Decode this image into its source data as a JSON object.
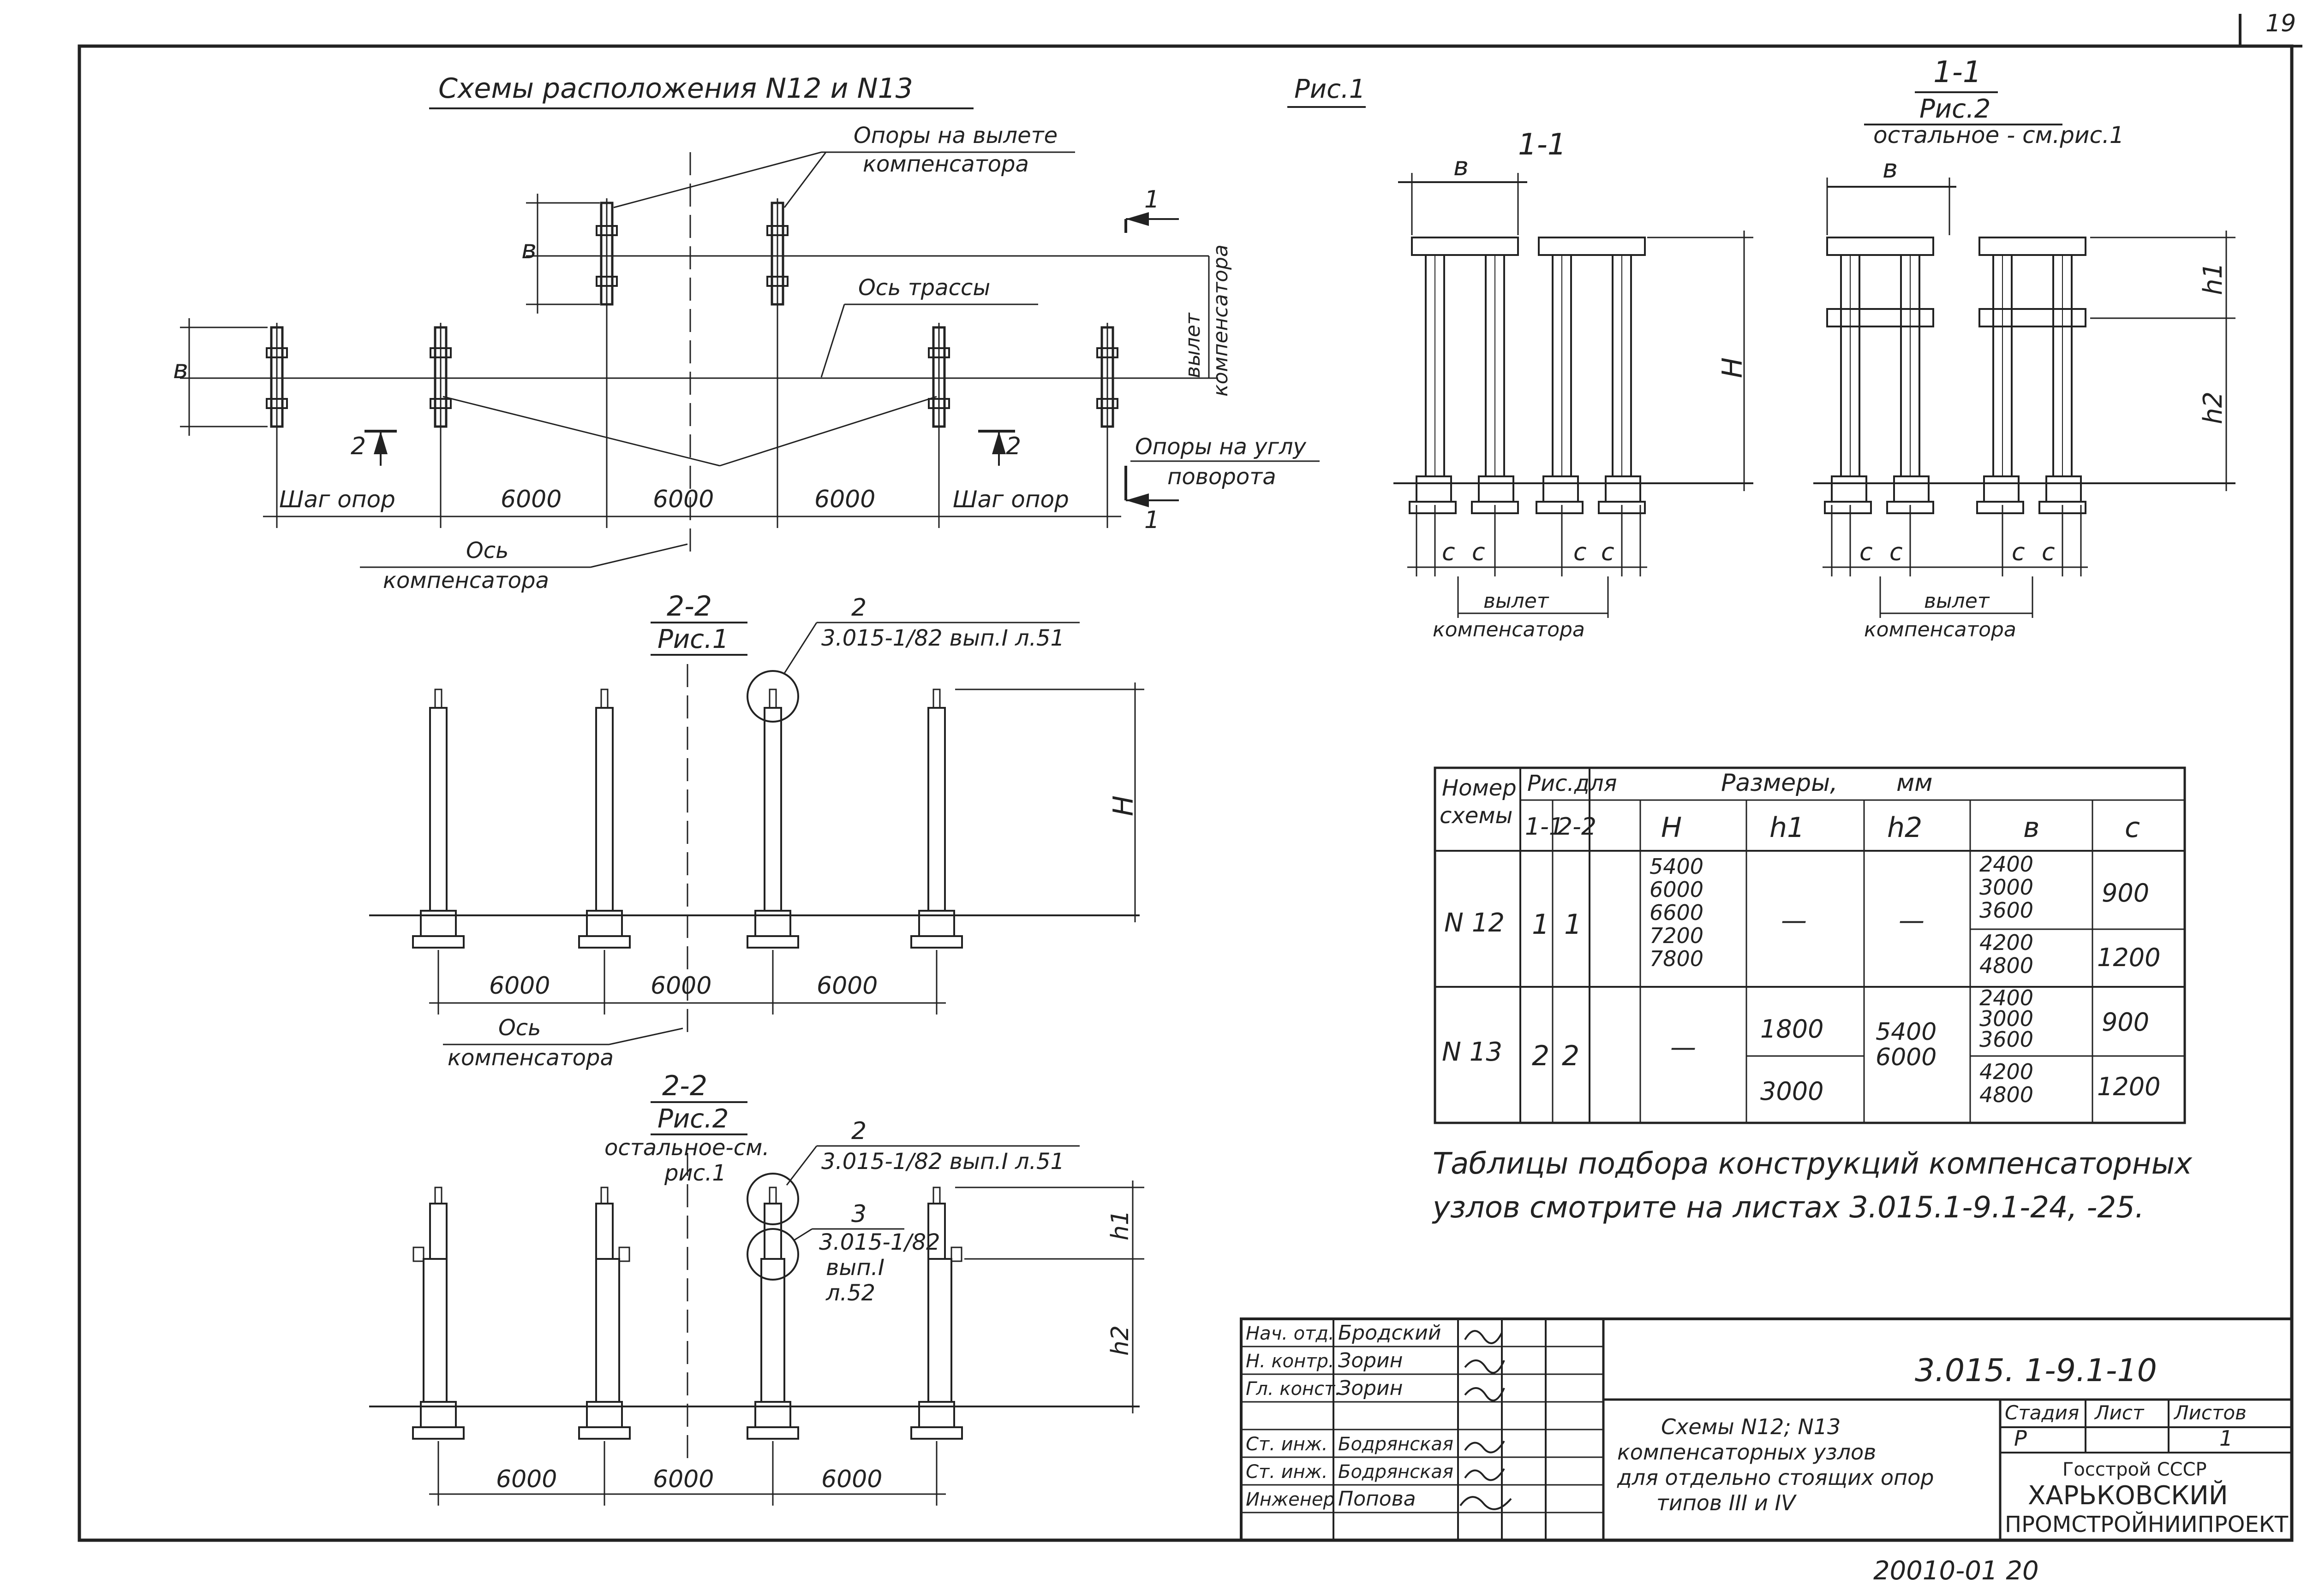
{
  "corner_page_number": "19",
  "plan": {
    "title": "Схемы расположения N12 и N13",
    "figure": "Рис.1",
    "label_supports_outreach": [
      "Опоры на вылете",
      "компенсатора"
    ],
    "label_route_axis": "Ось трассы",
    "label_outreach_vertical": [
      "вылет",
      "компенсатора"
    ],
    "label_supports_corner": [
      "Опоры на углу",
      "поворота"
    ],
    "label_comp_axis": [
      "Ось",
      "компенсатора"
    ],
    "dim_b_upper": "в",
    "dim_b_lower": "в",
    "dims_bottom": [
      "Шаг опор",
      "6000",
      "6000",
      "6000",
      "Шаг опор"
    ],
    "section_mark_1": "1",
    "section_mark_2": "2"
  },
  "section_1_1_fig1": {
    "title": "1-1",
    "dim_b": "в",
    "dim_H": "Н",
    "dims_c": [
      "с",
      "с",
      "с",
      "с"
    ],
    "label_outreach": [
      "вылет",
      "компенсатора"
    ]
  },
  "section_1_1_fig2": {
    "title": "1-1",
    "subtitle": "Рис.2",
    "note": "остальное - см.рис.1",
    "dim_b": "в",
    "dim_h1": "h1",
    "dim_h2": "h2",
    "dims_c": [
      "с",
      "с",
      "с",
      "с"
    ],
    "label_outreach": [
      "вылет",
      "компенсатора"
    ]
  },
  "section_2_2_fig1": {
    "title": "2-2",
    "subtitle": "Рис.1",
    "callout_num": "2",
    "callout_ref": "3.015-1/82 вып.I л.51",
    "dim_H": "Н",
    "dims": [
      "6000",
      "6000",
      "6000"
    ],
    "label_comp_axis": [
      "Ось",
      "компенсатора"
    ]
  },
  "section_2_2_fig2": {
    "title": "2-2",
    "subtitle": "Рис.2",
    "note": [
      "остальное-см.",
      "рис.1"
    ],
    "callout1_num": "2",
    "callout1_ref": "3.015-1/82 вып.I л.51",
    "callout2_num": "3",
    "callout2_ref": [
      "3.015-1/82",
      "вып.I",
      "л.52"
    ],
    "dim_h1": "h1",
    "dim_h2": "h2",
    "dims": [
      "6000",
      "6000",
      "6000"
    ]
  },
  "table": {
    "h_scheme": [
      "Номер",
      "схемы"
    ],
    "h_fig_for": "Рис.для",
    "h_dims": "Размеры,",
    "h_mm": "мм",
    "h_11": "1-1",
    "h_22": "2-2",
    "h_H": "Н",
    "h_h1": "h1",
    "h_h2": "h2",
    "h_b": "в",
    "h_c": "с",
    "r12_scheme": "N 12",
    "r12_11": "1",
    "r12_22": "1",
    "r12_H": [
      "5400",
      "6000",
      "6600",
      "7200",
      "7800"
    ],
    "r12_h1": "—",
    "r12_h2": "—",
    "r12_b1": [
      "2400",
      "3000",
      "3600"
    ],
    "r12_c1": "900",
    "r12_b2": [
      "4200",
      "4800"
    ],
    "r12_c2": "1200",
    "r13_scheme": "N 13",
    "r13_11": "2",
    "r13_22": "2",
    "r13_H": "—",
    "r13_h1a": "1800",
    "r13_h1b": "3000",
    "r13_h2": [
      "5400",
      "6000"
    ],
    "r13_b1": [
      "2400",
      "3000",
      "3600"
    ],
    "r13_c1": "900",
    "r13_b2": [
      "4200",
      "4800"
    ],
    "r13_c2": "1200"
  },
  "note_text": [
    "Таблицы подбора конструкций компенсаторных",
    "узлов смотрите на листах 3.015.1-9.1-24, -25."
  ],
  "title_block": {
    "roles": [
      "Нач. отд.",
      "Н. контр.",
      "Гл. конст.",
      "",
      "Ст. инж.",
      "Ст. инж.",
      "Инженер"
    ],
    "names": [
      "Бродский",
      "Зорин",
      "Зорин",
      "",
      "Бодрянская",
      "Бодрянская",
      "Попова"
    ],
    "doc_code": "3.015. 1-9.1-10",
    "title": [
      "Схемы N12; N13",
      "компенсаторных узлов",
      "для отдельно стоящих опор",
      "типов III и IV"
    ],
    "h_stage": "Стадия",
    "h_sheet": "Лист",
    "h_sheets": "Листов",
    "stage": "Р",
    "sheet": "",
    "sheets": "1",
    "org": [
      "Госстрой СССР",
      "ХАРЬКОВСКИЙ",
      "ПРОМСТРОЙНИИПРОЕКТ"
    ]
  },
  "inventory_number": "20010-01 20"
}
